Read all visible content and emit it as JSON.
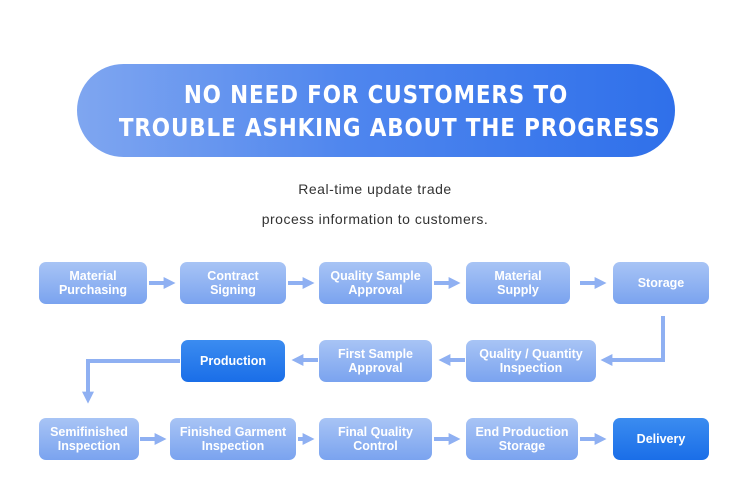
{
  "banner": {
    "line1": "NO NEED FOR CUSTOMERS TO",
    "line2": "TROUBLE ASHKING ABOUT THE PROGRESS"
  },
  "subtitle": {
    "line1": "Real-time update trade",
    "line2": "process information to customers."
  },
  "colors": {
    "step_box": "#8fb0f2",
    "highlight_box": "#2a7ceb",
    "arrow": "#8fb0f2"
  },
  "steps": [
    {
      "label": "Material\nPurchasing",
      "highlight": false
    },
    {
      "label": "Contract\nSigning",
      "highlight": false
    },
    {
      "label": "Quality Sample\nApproval",
      "highlight": false
    },
    {
      "label": "Material\nSupply",
      "highlight": false
    },
    {
      "label": "Storage",
      "highlight": false
    },
    {
      "label": "Quality / Quantity\nInspection",
      "highlight": false
    },
    {
      "label": "First Sample\nApproval",
      "highlight": false
    },
    {
      "label": "Production",
      "highlight": true
    },
    {
      "label": "Semifinished\nInspection",
      "highlight": false
    },
    {
      "label": "Finished Garment\nInspection",
      "highlight": false
    },
    {
      "label": "Final Quality\nControl",
      "highlight": false
    },
    {
      "label": "End Production\nStorage",
      "highlight": false
    },
    {
      "label": "Delivery",
      "highlight": true
    }
  ]
}
